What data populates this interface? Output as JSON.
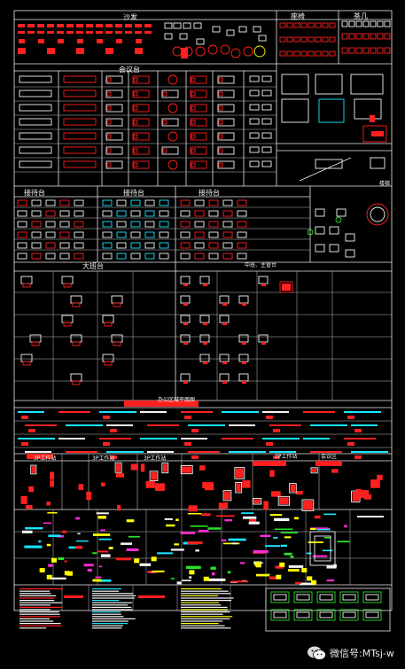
{
  "sheet_title": "CAD block library sheet",
  "sections": {
    "sofa": "沙发",
    "chair": "座椅",
    "tea_table": "茶几",
    "meeting_table": "会议台",
    "reception_1": "接待台",
    "reception_2": "接待台",
    "reception_3": "接待台",
    "boss_desk": "大班台",
    "manager_desk": "中班、主管台",
    "section_banner": "办公区域平面图",
    "work_1": "3P工作站",
    "work_2": "3P工作站",
    "work_3": "3P工作站",
    "work_4": "3P工作站",
    "work_5": "会议区",
    "stair_note": "楼梯"
  },
  "watermark": {
    "icon": "wechat-icon",
    "text": "微信号:MTsj-w"
  },
  "colors": {
    "background": "#000000",
    "frame": "#e8e8e8",
    "red": "#ff2020",
    "cyan": "#19e6ff",
    "yellow": "#ffff00",
    "magenta": "#ff2bd6",
    "green": "#29e129",
    "white": "#f5f5f5"
  }
}
